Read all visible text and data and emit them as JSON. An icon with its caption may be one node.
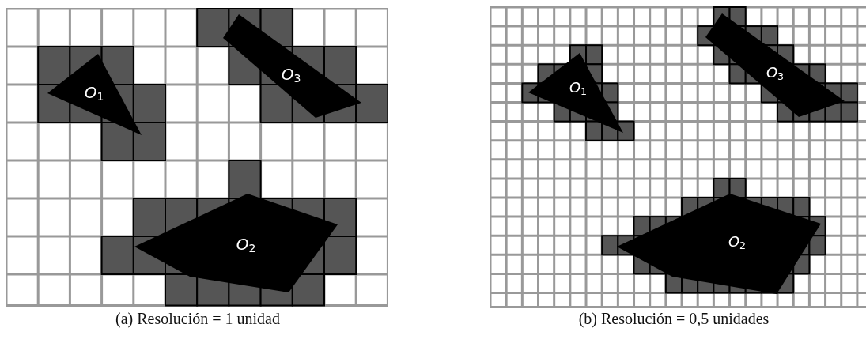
{
  "diagram": {
    "nodes": [
      {
        "text": [
          "O$_{1}$"
        ]
      },
      {
        "text": [
          "O$_{3}$"
        ]
      },
      {
        "text": [
          "O$_{2}$"
        ]
      },
      {
        "text": [
          "O$_{1}$"
        ]
      },
      {
        "text": [
          "O$_{3}$"
        ]
      },
      {
        "text": [
          "O$_{2}$"
        ]
      }
    ],
    "labels": [
      "(a) Resolución = 1 unidad",
      "(b) Resolución = 0,5 unidades"
    ]
  }
}
